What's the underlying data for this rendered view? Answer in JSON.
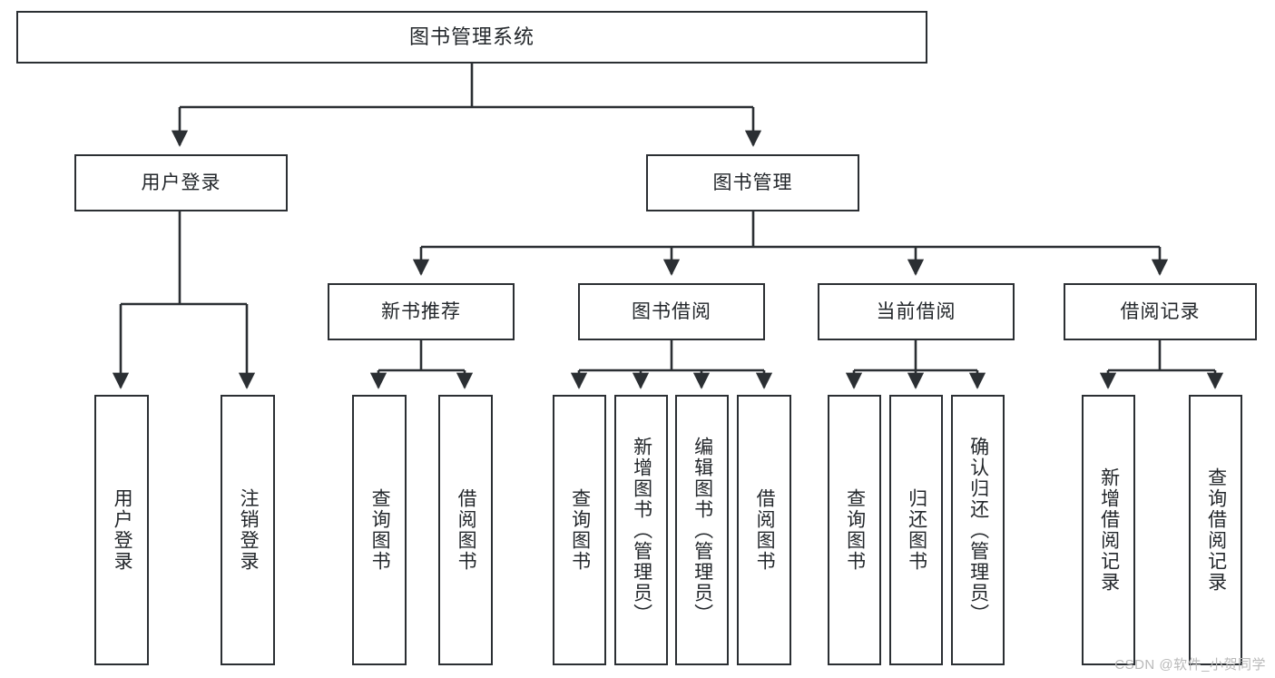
{
  "diagram": {
    "title": "图书管理系统",
    "root": {
      "id": "root",
      "label": "图书管理系统"
    },
    "level2": [
      {
        "id": "user-login",
        "label": "用户登录"
      },
      {
        "id": "book-manage",
        "label": "图书管理"
      }
    ],
    "level3": [
      {
        "id": "new-book-recommend",
        "label": "新书推荐"
      },
      {
        "id": "book-borrow",
        "label": "图书借阅"
      },
      {
        "id": "current-borrow",
        "label": "当前借阅"
      },
      {
        "id": "borrow-record",
        "label": "借阅记录"
      }
    ],
    "leaves": [
      {
        "id": "leaf-user-login",
        "label": "用户登录",
        "parent": "用户登录"
      },
      {
        "id": "leaf-user-logout",
        "label": "注销登录",
        "parent": "用户登录"
      },
      {
        "id": "leaf-query-book-rec",
        "label": "查询图书",
        "parent": "新书推荐"
      },
      {
        "id": "leaf-borrow-book-rec",
        "label": "借阅图书",
        "parent": "新书推荐"
      },
      {
        "id": "leaf-query-book-borrow",
        "label": "查询图书",
        "parent": "图书借阅"
      },
      {
        "id": "leaf-add-book",
        "label": "新增图书（管理员）",
        "parent": "图书借阅"
      },
      {
        "id": "leaf-edit-book",
        "label": "编辑图书（管理员）",
        "parent": "图书借阅"
      },
      {
        "id": "leaf-borrow-book",
        "label": "借阅图书",
        "parent": "图书借阅"
      },
      {
        "id": "leaf-query-book-current",
        "label": "查询图书",
        "parent": "当前借阅"
      },
      {
        "id": "leaf-return-book",
        "label": "归还图书",
        "parent": "当前借阅"
      },
      {
        "id": "leaf-confirm-return",
        "label": "确认归还（管理员）",
        "parent": "当前借阅"
      },
      {
        "id": "leaf-add-record",
        "label": "新增借阅记录",
        "parent": "借阅记录"
      },
      {
        "id": "leaf-query-record",
        "label": "查询借阅记录",
        "parent": "借阅记录"
      }
    ]
  },
  "watermark": {
    "text": "CSDN @软件_小贺同学"
  },
  "colors": {
    "stroke": "#2b2f33",
    "background": "#ffffff",
    "text": "#23272b",
    "watermark": "#b9b9b9"
  }
}
